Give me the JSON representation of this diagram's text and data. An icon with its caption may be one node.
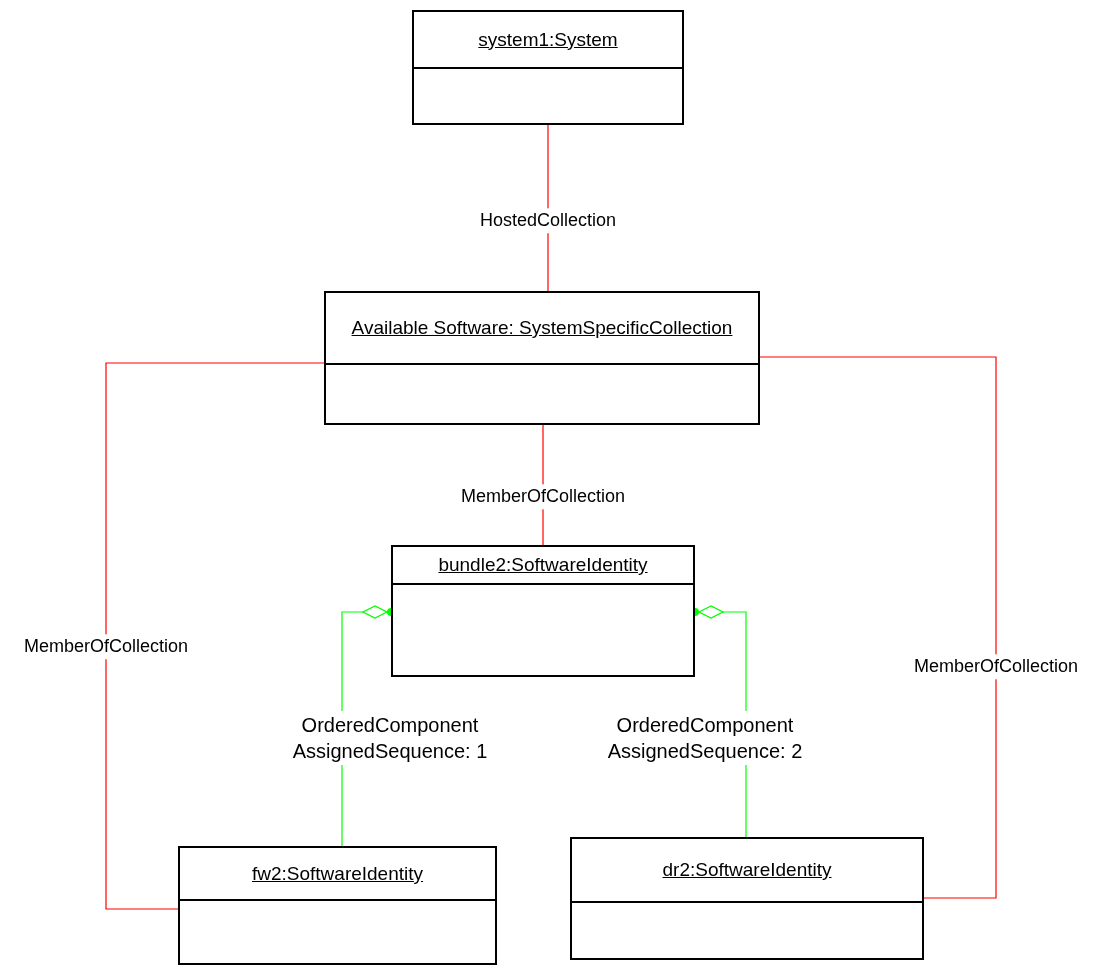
{
  "diagram": {
    "nodes": [
      {
        "text": [
          "system1:System"
        ]
      },
      {
        "text": [
          "Available Software: SystemSpecificCollection"
        ]
      },
      {
        "text": [
          "bundle2:SoftwareIdentity"
        ]
      },
      {
        "text": [
          "fw2:SoftwareIdentity"
        ]
      },
      {
        "text": [
          "dr2:SoftwareIdentity"
        ]
      }
    ],
    "edges": [
      {
        "from": 0,
        "to": 1,
        "arrow": "none",
        "label": "HostedCollection"
      },
      {
        "from": 1,
        "to": 2,
        "arrow": "none",
        "label": "MemberOfCollection"
      },
      {
        "from": 1,
        "to": 3,
        "arrow": "none",
        "label": "MemberOfCollection"
      },
      {
        "from": 1,
        "to": 4,
        "arrow": "none",
        "label": "MemberOfCollection"
      },
      {
        "from": 2,
        "to": 3,
        "arrow": "other",
        "label": "OrderedComponent AssignedSequence: 1",
        "color": "#00ff00"
      },
      {
        "from": 2,
        "to": 4,
        "arrow": "other",
        "label": "OrderedComponent AssignedSequence: 2",
        "color": "#00ff00"
      }
    ]
  }
}
